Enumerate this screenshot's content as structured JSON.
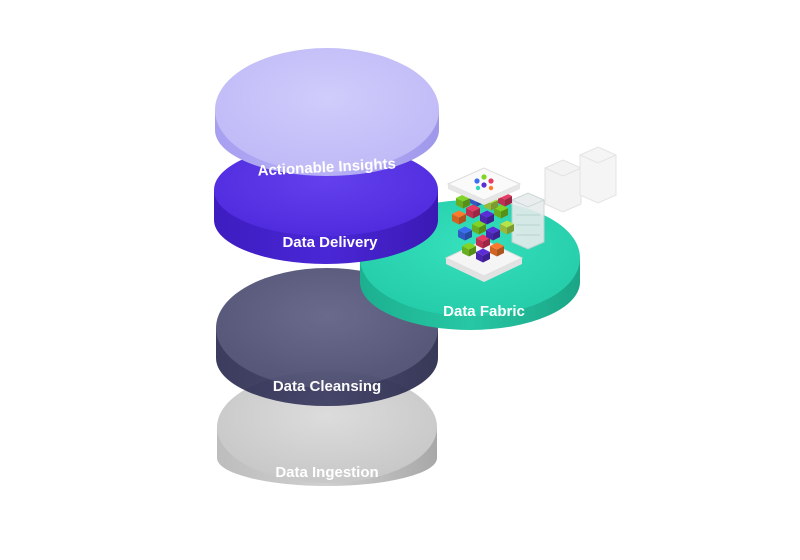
{
  "diagram": {
    "layers": [
      {
        "id": "ingestion",
        "label": "Data Ingestion",
        "top_color": "#d3d3d3",
        "side_color": "#a9a9a9"
      },
      {
        "id": "cleansing",
        "label": "Data Cleansing",
        "top_color": "#55567a",
        "side_color": "#34345a"
      },
      {
        "id": "fabric",
        "label": "Data Fabric",
        "top_color": "#2fd9b6",
        "side_color": "#1fb595"
      },
      {
        "id": "delivery",
        "label": "Data Delivery",
        "top_color": "#5a35e6",
        "side_color": "#4420c8"
      },
      {
        "id": "insights",
        "label": "Actionable Insights",
        "top_color": "#c5c0f8",
        "side_color": "#ada6ef"
      }
    ],
    "cube_colors": [
      "#7fd425",
      "#5b2dd6",
      "#ff7a2a",
      "#e63a64",
      "#3a6df0",
      "#b6e34a"
    ]
  }
}
